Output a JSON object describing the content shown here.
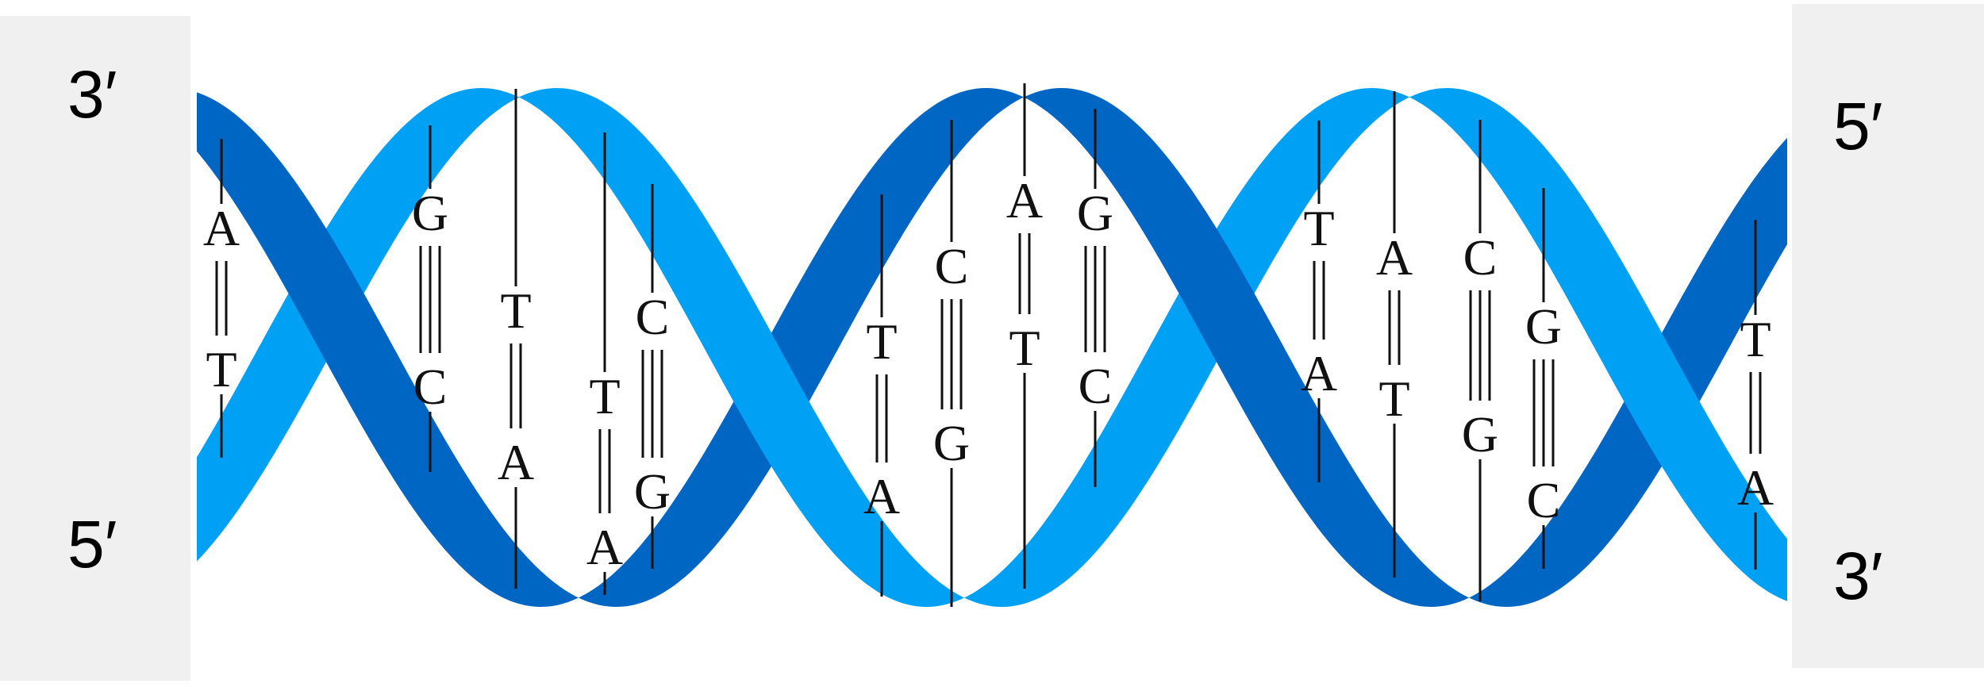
{
  "colors": {
    "strand_dark": "#0066c4",
    "strand_light": "#00a0f5",
    "end_panel": "#f0f0f0",
    "bond": "#111111"
  },
  "ends": {
    "left_top": "3′",
    "left_bottom": "5′",
    "right_top": "5′",
    "right_bottom": "3′"
  },
  "base_pairs": [
    {
      "top": "A",
      "bottom": "T",
      "bonds": 2
    },
    {
      "top": "G",
      "bottom": "C",
      "bonds": 3
    },
    {
      "top": "T",
      "bottom": "A",
      "bonds": 2
    },
    {
      "top": "T",
      "bottom": "A",
      "bonds": 2
    },
    {
      "top": "C",
      "bottom": "G",
      "bonds": 3
    },
    {
      "top": "T",
      "bottom": "A",
      "bonds": 2
    },
    {
      "top": "C",
      "bottom": "G",
      "bonds": 3
    },
    {
      "top": "A",
      "bottom": "T",
      "bonds": 2
    },
    {
      "top": "G",
      "bottom": "C",
      "bonds": 3
    },
    {
      "top": "T",
      "bottom": "A",
      "bonds": 2
    },
    {
      "top": "A",
      "bottom": "T",
      "bonds": 2
    },
    {
      "top": "C",
      "bottom": "G",
      "bonds": 3
    },
    {
      "top": "G",
      "bottom": "C",
      "bonds": 3
    },
    {
      "top": "T",
      "bottom": "A",
      "bonds": 2
    }
  ]
}
